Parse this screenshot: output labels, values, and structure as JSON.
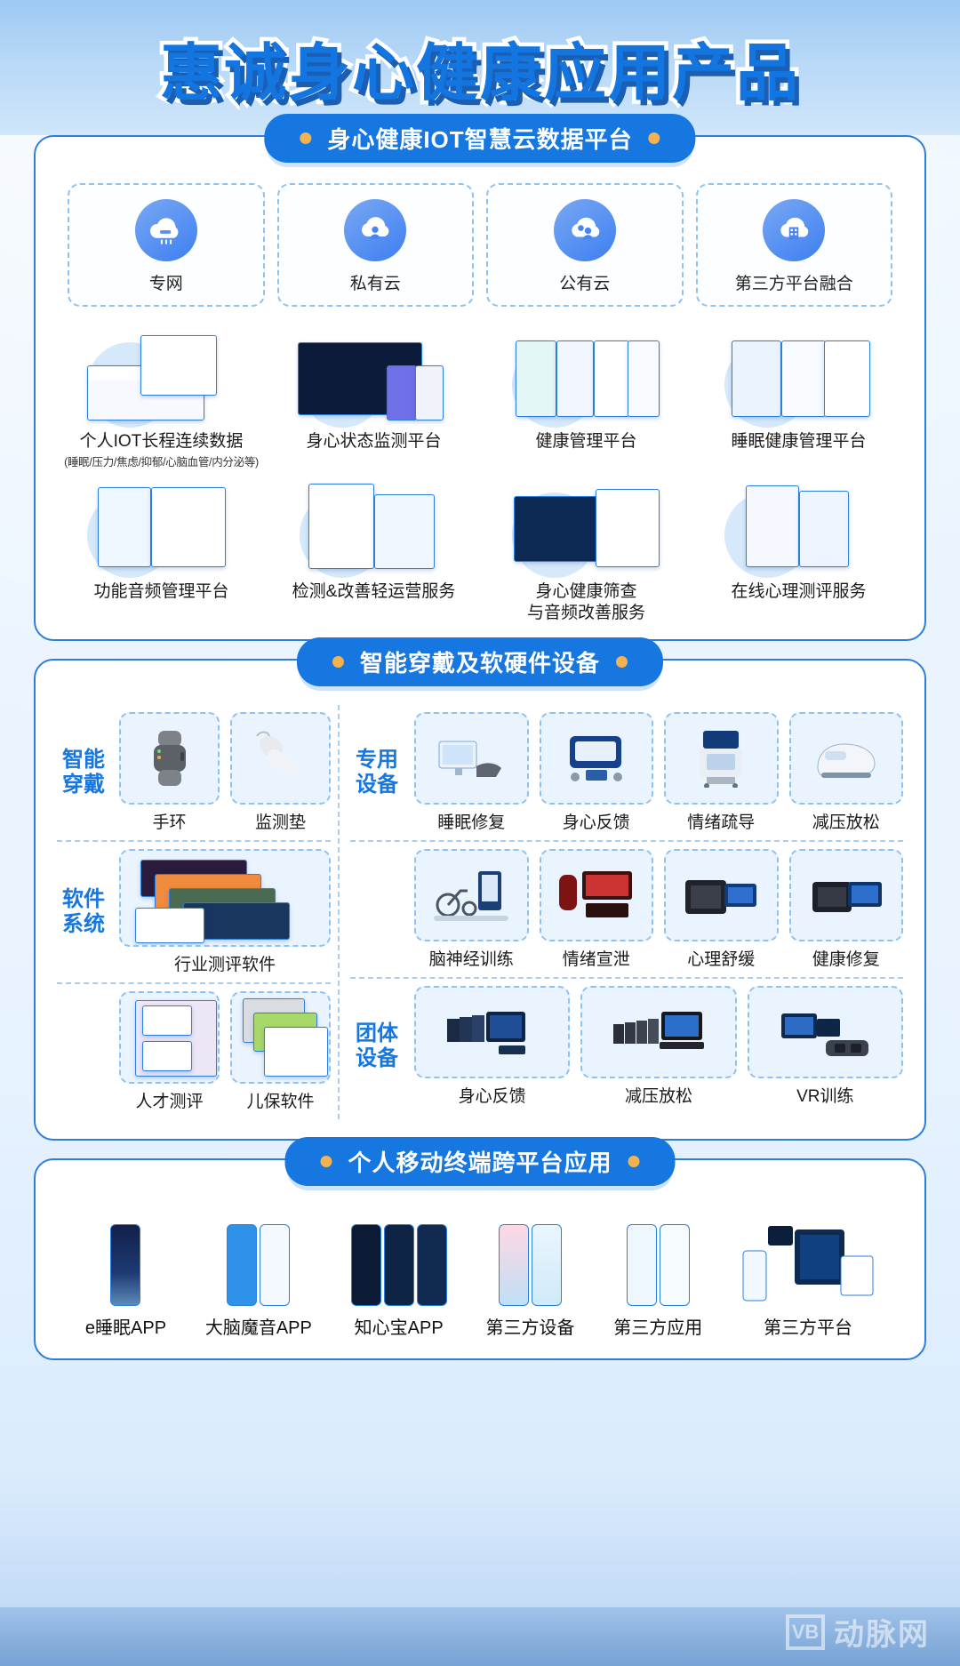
{
  "title": "惠诚身心健康应用产品",
  "sections": [
    {
      "id": "iot-cloud",
      "heading": "身心健康IOT智慧云数据平台",
      "clouds": [
        {
          "label": "专网",
          "icon": "private-network-cloud-icon"
        },
        {
          "label": "私有云",
          "icon": "private-cloud-icon"
        },
        {
          "label": "公有云",
          "icon": "public-cloud-icon"
        },
        {
          "label": "第三方平台融合",
          "icon": "third-party-cloud-icon"
        }
      ],
      "platforms": [
        {
          "label": "个人IOT长程连续数据",
          "sub": "(睡眠/压力/焦虑/抑郁/心脑血管/内分泌等)"
        },
        {
          "label": "身心状态监测平台",
          "sub": ""
        },
        {
          "label": "健康管理平台",
          "sub": ""
        },
        {
          "label": "睡眠健康管理平台",
          "sub": ""
        },
        {
          "label": "功能音频管理平台",
          "sub": ""
        },
        {
          "label": "检测&改善轻运营服务",
          "sub": ""
        },
        {
          "label": "身心健康筛查\n与音频改善服务",
          "sub": ""
        },
        {
          "label": "在线心理测评服务",
          "sub": ""
        }
      ]
    },
    {
      "id": "wearable-hardware",
      "heading": "智能穿戴及软硬件设备",
      "groups": [
        {
          "label": "智能\n穿戴",
          "items": [
            {
              "label": "手环"
            },
            {
              "label": "监测垫"
            }
          ]
        },
        {
          "label": "软件\n系统",
          "items": [
            {
              "label": "行业测评软件"
            }
          ]
        },
        {
          "label": "",
          "items": [
            {
              "label": "人才测评"
            },
            {
              "label": "儿保软件"
            }
          ]
        }
      ],
      "device_groups": [
        {
          "label": "专用\n设备",
          "items": [
            {
              "label": "睡眠修复"
            },
            {
              "label": "身心反馈"
            },
            {
              "label": "情绪疏导"
            },
            {
              "label": "减压放松"
            }
          ]
        },
        {
          "label": "",
          "items": [
            {
              "label": "脑神经训练"
            },
            {
              "label": "情绪宣泄"
            },
            {
              "label": "心理舒缓"
            },
            {
              "label": "健康修复"
            }
          ]
        },
        {
          "label": "团体\n设备",
          "items": [
            {
              "label": "身心反馈"
            },
            {
              "label": "减压放松"
            },
            {
              "label": "VR训练"
            }
          ]
        }
      ]
    },
    {
      "id": "mobile-apps",
      "heading": "个人移动终端跨平台应用",
      "apps": [
        {
          "label": "e睡眠APP"
        },
        {
          "label": "大脑魔音APP"
        },
        {
          "label": "知心宝APP"
        },
        {
          "label": "第三方设备"
        },
        {
          "label": "第三方应用"
        },
        {
          "label": "第三方平台"
        }
      ]
    }
  ],
  "watermark": {
    "mark": "VB",
    "text": "动脉网"
  },
  "colors": {
    "brand_blue": "#1677e0",
    "accent_orange": "#f4b350",
    "label_blue": "#1677e0",
    "dashed_border": "#8ec2f0"
  }
}
